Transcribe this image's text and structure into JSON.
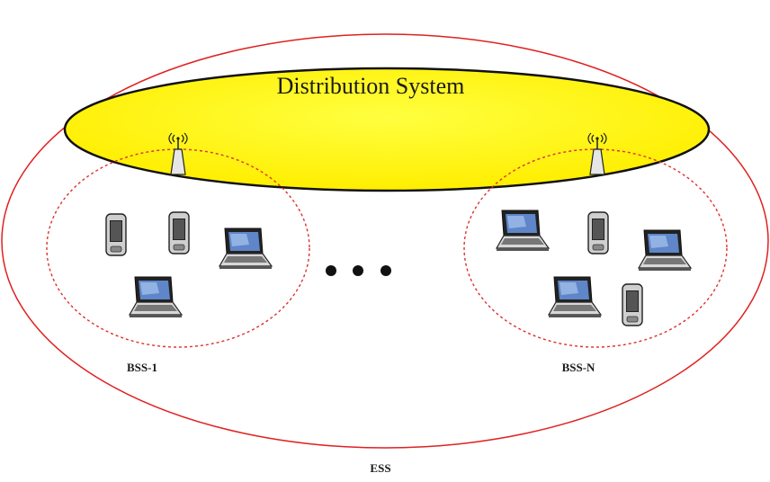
{
  "diagram": {
    "distribution_system_label": "Distribution System",
    "ess_label": "ESS",
    "bss_left": {
      "label": "BSS-1",
      "devices": [
        "phone",
        "phone",
        "laptop",
        "laptop"
      ]
    },
    "bss_right": {
      "label": "BSS-N",
      "devices": [
        "laptop",
        "phone",
        "laptop",
        "laptop",
        "phone"
      ]
    },
    "ellipsis": "• • •",
    "colors": {
      "ess_outline": "#e02020",
      "bss_outline": "#e03030",
      "distribution_fill": "#ffff00",
      "distribution_outline": "#111111"
    },
    "icons": [
      "access-point-icon",
      "laptop-icon",
      "phone-icon"
    ]
  }
}
